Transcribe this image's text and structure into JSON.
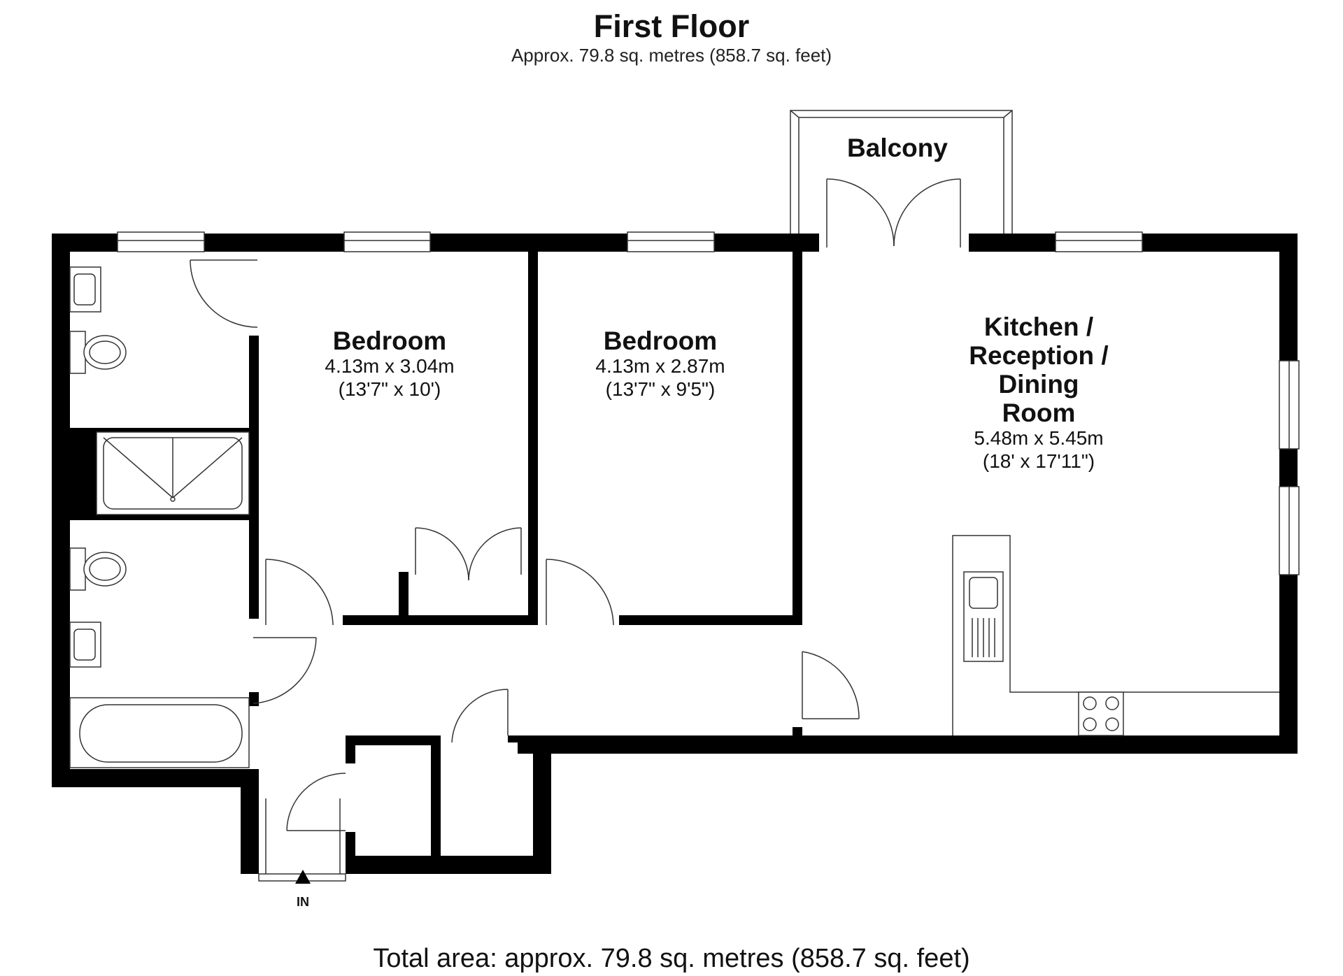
{
  "header": {
    "title": "First Floor",
    "subtitle": "Approx. 79.8 sq. metres (858.7 sq. feet)"
  },
  "rooms": {
    "bedroom1": {
      "name": "Bedroom",
      "metric": "4.13m x 3.04m",
      "imperial": "(13'7\" x 10')"
    },
    "bedroom2": {
      "name": "Bedroom",
      "metric": "4.13m x 2.87m",
      "imperial": "(13'7\" x 9'5\")"
    },
    "kitchen": {
      "name_lines": [
        "Kitchen /",
        "Reception /",
        "Dining",
        "Room"
      ],
      "metric": "5.48m x 5.45m",
      "imperial": "(18' x 17'11\")"
    },
    "balcony": {
      "name": "Balcony"
    }
  },
  "entrance": {
    "label": "IN"
  },
  "footer": {
    "total": "Total area: approx. 79.8 sq. metres (858.7 sq. feet)"
  },
  "colors": {
    "wall": "#000000",
    "background": "#ffffff",
    "line": "#333333"
  }
}
